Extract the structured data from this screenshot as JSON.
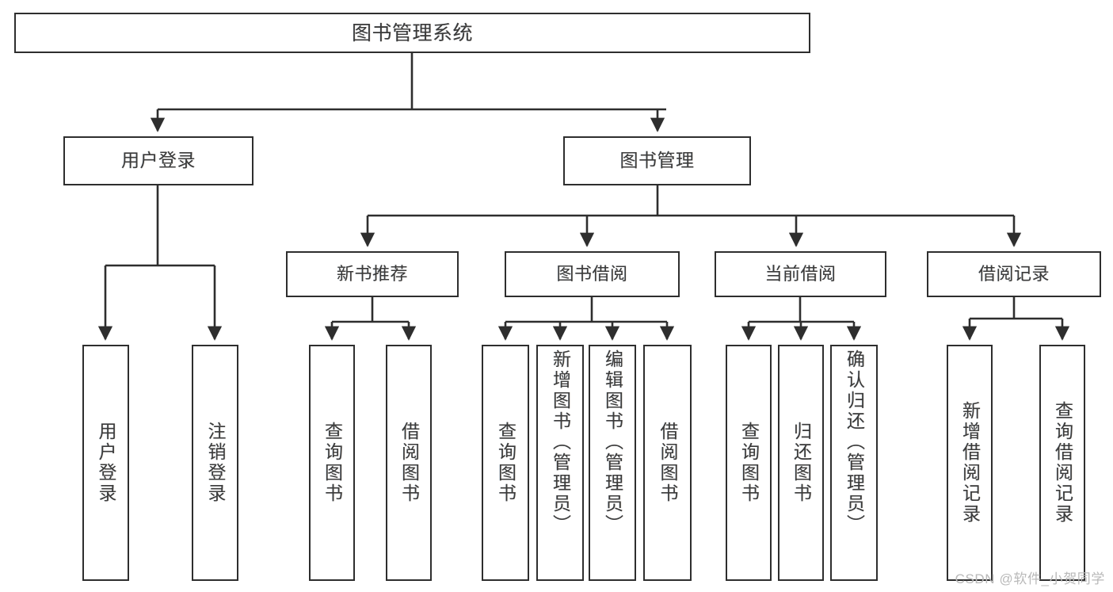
{
  "diagram": {
    "title": "图书管理系统",
    "type": "tree",
    "watermark": "CSDN @软件_小贺同学",
    "colors": {
      "stroke": "#2e2e2e",
      "text": "#3b3b3b",
      "background": "#ffffff",
      "watermark": "#b9b9b9"
    },
    "root": {
      "label": "图书管理系统"
    },
    "level1": [
      {
        "id": "user-login",
        "label": "用户登录"
      },
      {
        "id": "book-manage",
        "label": "图书管理"
      }
    ],
    "level2": [
      {
        "id": "new-book",
        "label": "新书推荐",
        "parent": "book-manage"
      },
      {
        "id": "borrow",
        "label": "图书借阅",
        "parent": "book-manage"
      },
      {
        "id": "current",
        "label": "当前借阅",
        "parent": "book-manage"
      },
      {
        "id": "record",
        "label": "借阅记录",
        "parent": "book-manage"
      }
    ],
    "leaves": [
      {
        "id": "leaf-1",
        "label": "用户登录",
        "parent": "user-login"
      },
      {
        "id": "leaf-2",
        "label": "注销登录",
        "parent": "user-login"
      },
      {
        "id": "leaf-3",
        "label": "查询图书",
        "parent": "new-book"
      },
      {
        "id": "leaf-4",
        "label": "借阅图书",
        "parent": "new-book"
      },
      {
        "id": "leaf-5",
        "label": "查询图书",
        "parent": "borrow"
      },
      {
        "id": "leaf-6",
        "label": "新增图书（管理员）",
        "parent": "borrow"
      },
      {
        "id": "leaf-7",
        "label": "编辑图书（管理员）",
        "parent": "borrow"
      },
      {
        "id": "leaf-8",
        "label": "借阅图书",
        "parent": "borrow"
      },
      {
        "id": "leaf-9",
        "label": "查询图书",
        "parent": "current"
      },
      {
        "id": "leaf-10",
        "label": "归还图书",
        "parent": "current"
      },
      {
        "id": "leaf-11",
        "label": "确认归还（管理员）",
        "parent": "current"
      },
      {
        "id": "leaf-12",
        "label": "新增借阅记录",
        "parent": "record"
      },
      {
        "id": "leaf-13",
        "label": "查询借阅记录",
        "parent": "record"
      }
    ]
  }
}
